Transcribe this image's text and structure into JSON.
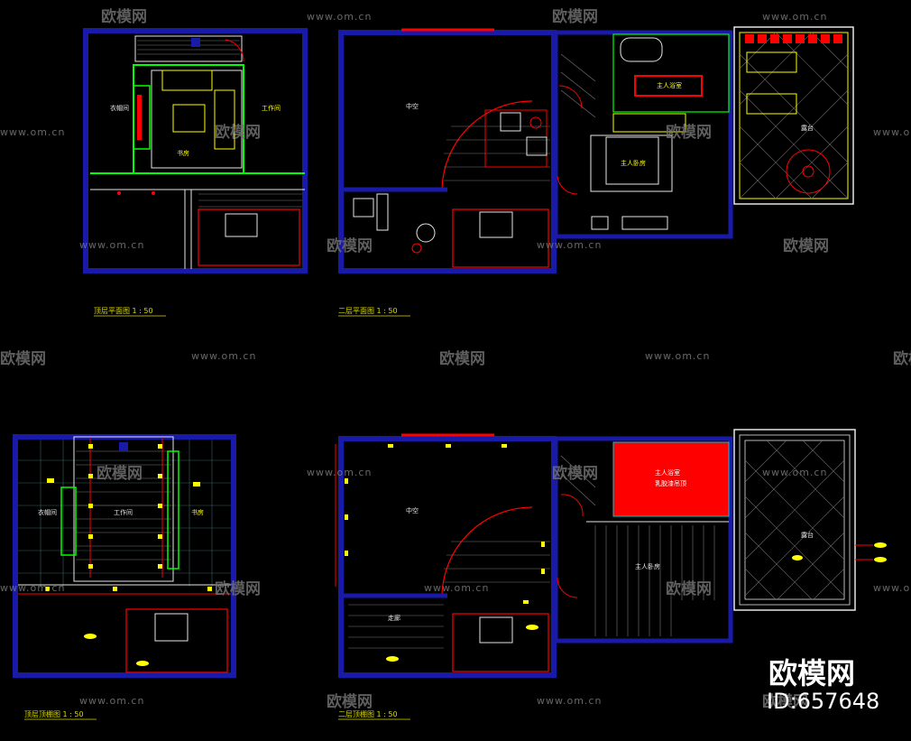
{
  "plans": {
    "p1": {
      "caption": "顶层平面图 1 : 50",
      "room_a": "衣帽间",
      "room_b": "书房",
      "room_c": "工作间"
    },
    "p2": {
      "caption": "二层平面图 1 : 50",
      "room_void": "中空",
      "room_bed": "主人卧房",
      "room_bath": "主人浴室",
      "room_terrace": "露台"
    },
    "p3": {
      "caption": "顶层顶棚图 1 : 50",
      "room_a": "衣帽间",
      "room_b": "工作间",
      "room_c": "书房"
    },
    "p4": {
      "caption": "二层顶棚图 1 : 50",
      "room_void": "中空",
      "room_bed": "主人卧房",
      "room_bath": "主人浴室",
      "room_bath2": "乳胶漆吊顶",
      "room_terrace": "露台",
      "room_stair": "走廊"
    }
  },
  "watermark": {
    "site": "www.om.cn",
    "brand": "欧模网"
  },
  "brand": {
    "name": "欧模网",
    "id": "ID:657648"
  },
  "colors": {
    "wall": "#1a1aa8",
    "red": "#ff0000",
    "yellow": "#ffff00",
    "green": "#00ff00",
    "cyan": "#00c8c8",
    "white": "#e6e6e6"
  }
}
